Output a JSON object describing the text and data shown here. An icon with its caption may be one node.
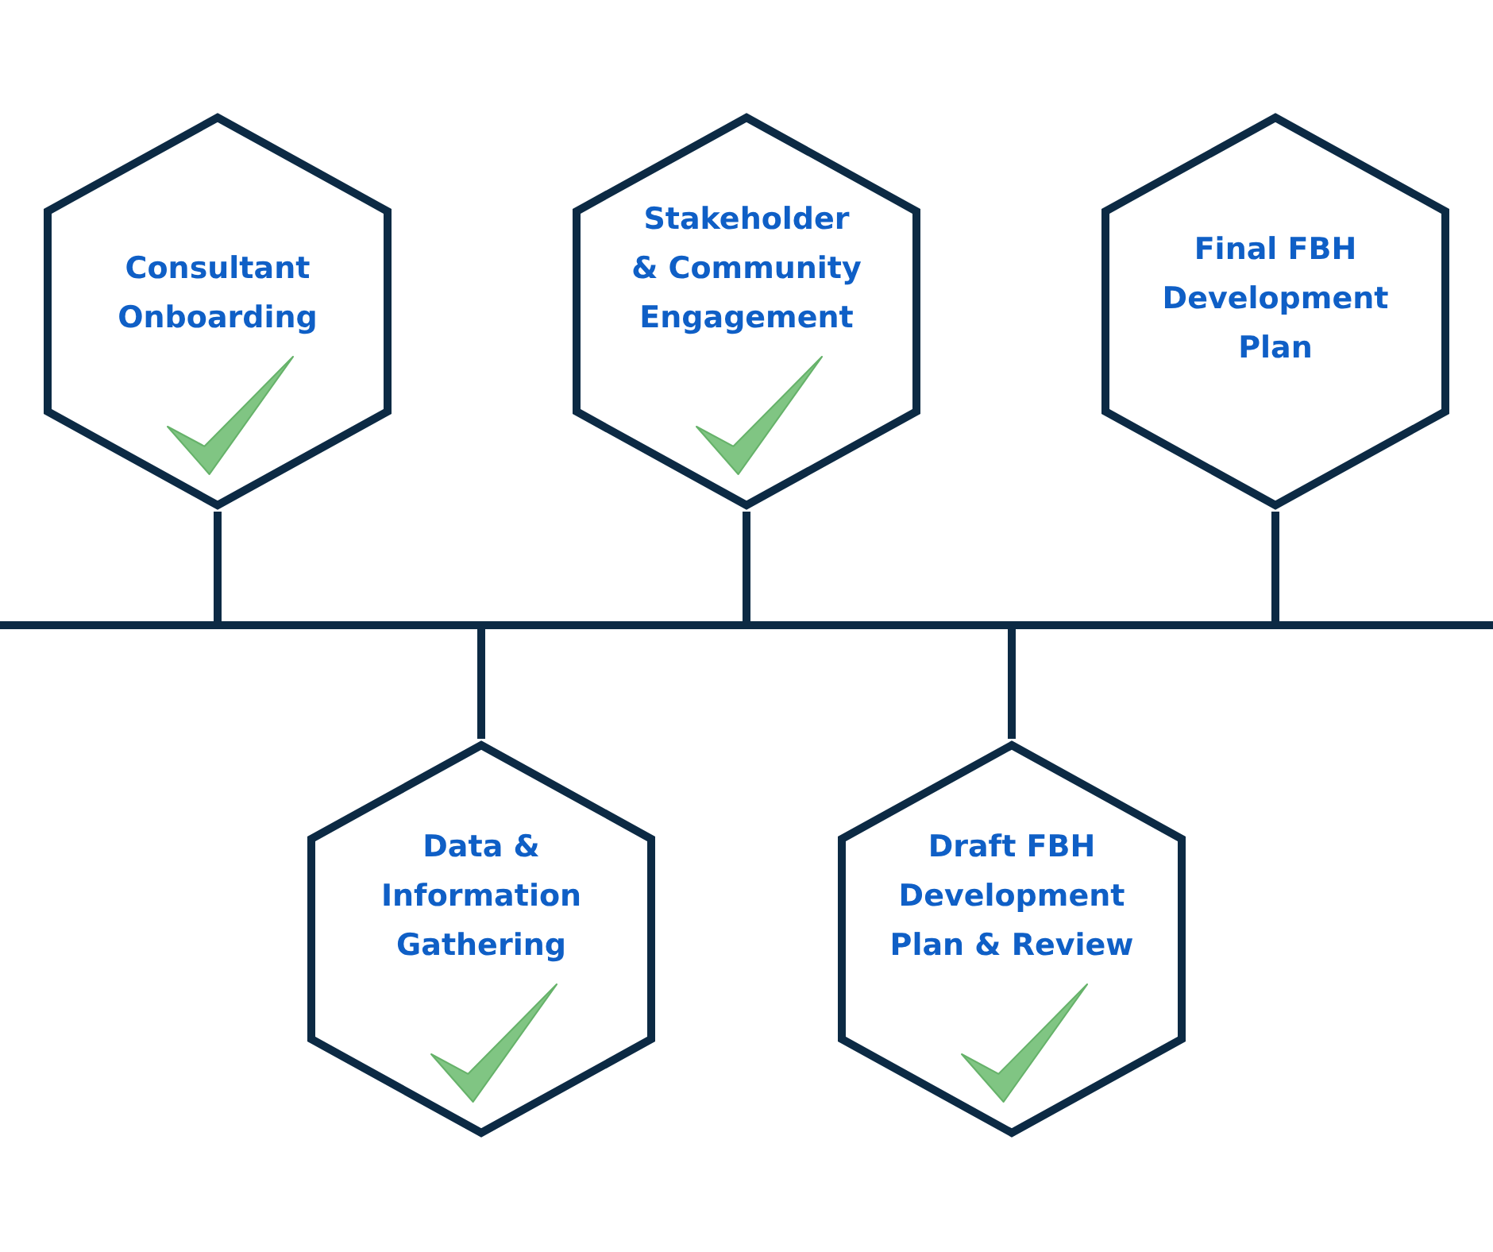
{
  "diagram": {
    "nodes": [
      {
        "text": [
          "Consultant Onboarding"
        ]
      },
      {
        "text": [
          "Data & Information Gathering"
        ]
      },
      {
        "text": [
          "Stakeholder & Community Engagement"
        ]
      },
      {
        "text": [
          "Draft FBH Development Plan & Review"
        ]
      },
      {
        "text": [
          "Final FBH Development Plan"
        ]
      },
      {
        "text": [],
        "shape": "bar"
      }
    ],
    "edges": [
      {
        "from": 0,
        "to": 5,
        "arrow": "none"
      },
      {
        "from": 1,
        "to": 5,
        "arrow": "none"
      },
      {
        "from": 2,
        "to": 5,
        "arrow": "none"
      },
      {
        "from": 3,
        "to": 5,
        "arrow": "none"
      },
      {
        "from": 4,
        "to": 5,
        "arrow": "none"
      }
    ]
  }
}
